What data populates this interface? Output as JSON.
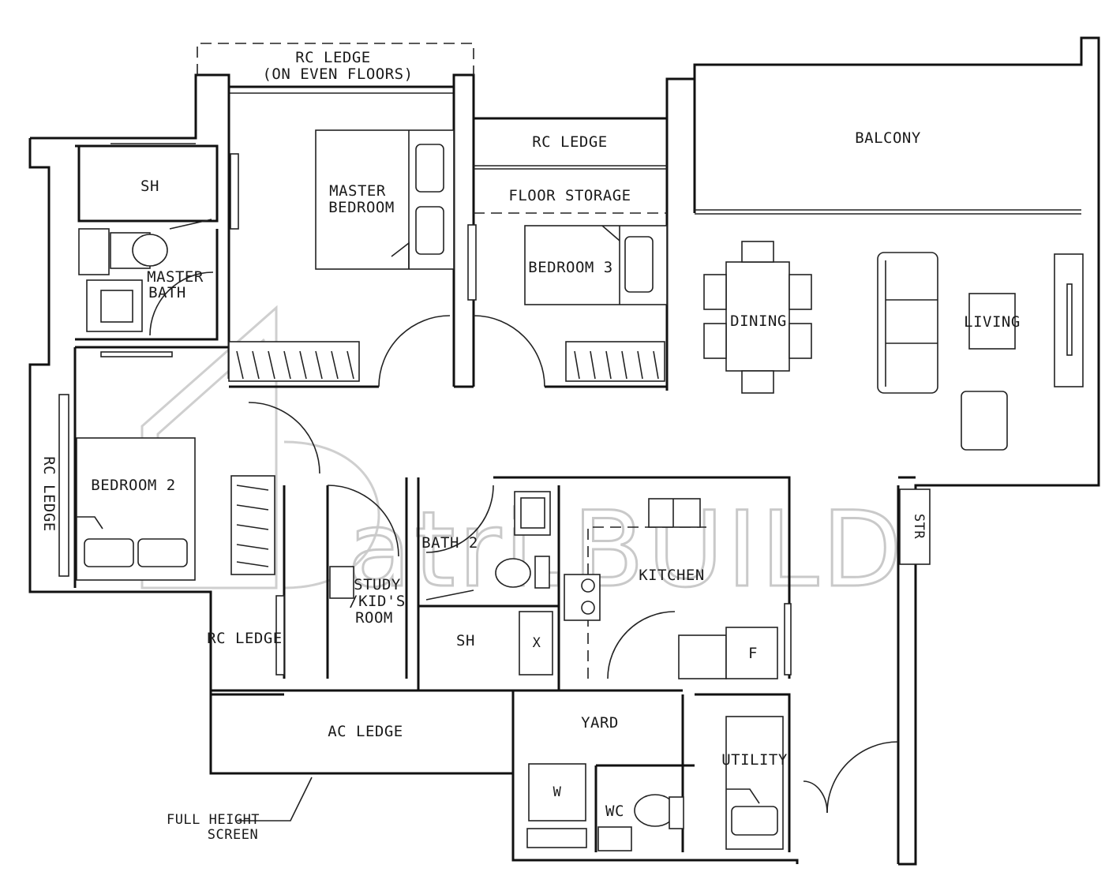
{
  "rooms": {
    "rc_ledge_top_1": "RC LEDGE",
    "rc_ledge_top_2": "(ON EVEN FLOORS)",
    "rc_ledge_mid": "RC LEDGE",
    "balcony": "BALCONY",
    "floor_storage": "FLOOR STORAGE",
    "master_shower": "SH",
    "master_bedroom_1": "MASTER",
    "master_bedroom_2": "BEDROOM",
    "bedroom_3": "BEDROOM 3",
    "master_bath_1": "MASTER",
    "master_bath_2": "BATH",
    "dining": "DINING",
    "living": "LIVING",
    "rc_ledge_left": "RC LEDGE",
    "bedroom_2": "BEDROOM 2",
    "bath_2": "BATH 2",
    "kitchen": "KITCHEN",
    "storage": "STR",
    "study_1": "STUDY",
    "study_2": "/KID'S",
    "study_3": "ROOM",
    "rc_ledge_lower": "RC LEDGE",
    "bath2_shower": "SH",
    "fridge": "F",
    "ac_ledge": "AC LEDGE",
    "yard": "YARD",
    "utility": "UTILITY",
    "washer": "W",
    "wc": "WC",
    "bath2_box": "X",
    "screen_note_1": "FULL HEIGHT",
    "screen_note_2": "SCREEN"
  },
  "watermark": "atri.BUILD"
}
